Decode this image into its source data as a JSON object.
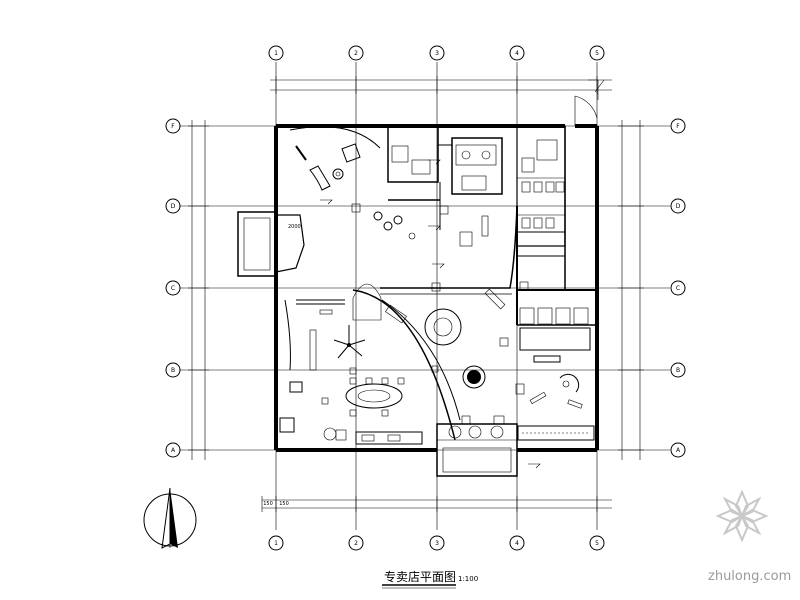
{
  "drawing": {
    "title": "专卖店平面图",
    "scale": "1:100"
  },
  "grid": {
    "top_bubbles": [
      "1",
      "2",
      "3",
      "4",
      "5"
    ],
    "bottom_bubbles": [
      "1",
      "2",
      "3",
      "4",
      "5"
    ],
    "left_bubbles": [
      "F",
      "D",
      "C",
      "B",
      "A"
    ],
    "right_bubbles": [
      "F",
      "D",
      "C",
      "B",
      "A"
    ],
    "bottom_dims": [
      "150",
      "150"
    ]
  },
  "room_tags": {
    "window_tag": "2000"
  },
  "watermark": {
    "text": "zhulong.com"
  },
  "colors": {
    "line": "#000000",
    "watermark": "#9a9a9a"
  }
}
